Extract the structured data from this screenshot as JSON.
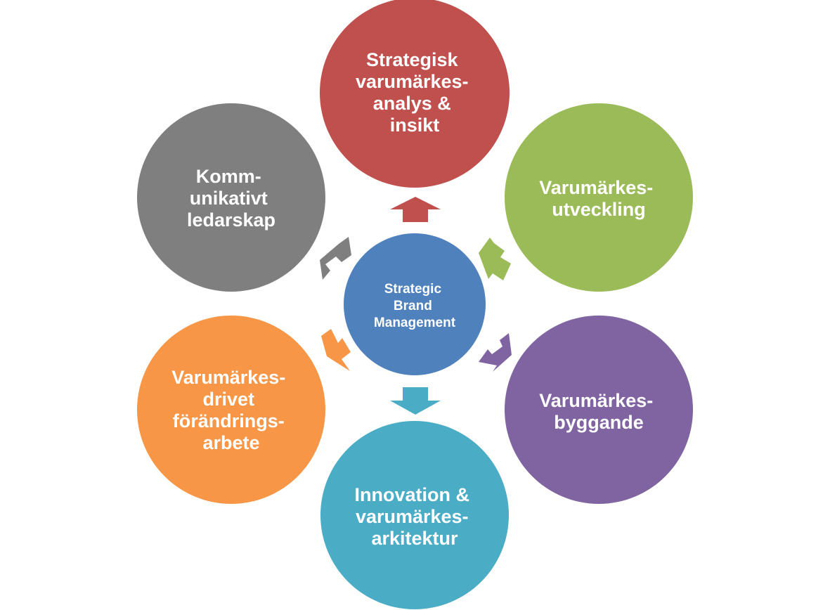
{
  "center": {
    "lines": [
      "Strategic",
      "Brand",
      "Management"
    ],
    "color": "#4f81bd"
  },
  "nodes": [
    {
      "id": "strategisk-analys",
      "lines": [
        "Strategisk",
        "varumärkes-",
        "analys &",
        "insikt"
      ],
      "color": "#c0504d"
    },
    {
      "id": "varumarkesutveckling",
      "lines": [
        "Varumärkes-",
        "utveckling"
      ],
      "color": "#9bbb59"
    },
    {
      "id": "varumarkesbyggande",
      "lines": [
        "Varumärkes-",
        "byggande"
      ],
      "color": "#8064a2"
    },
    {
      "id": "innovation-arkitektur",
      "lines": [
        "Innovation &",
        "varumärkes-",
        "arkitektur"
      ],
      "color": "#4bacc6"
    },
    {
      "id": "forandringsarbete",
      "lines": [
        "Varumärkes-",
        "drivet",
        "förändrings-",
        "arbete"
      ],
      "color": "#f79646"
    },
    {
      "id": "kommunikativt-ledarskap",
      "lines": [
        "Komm-",
        "unikativt",
        "ledarskap"
      ],
      "color": "#7f7f7f"
    }
  ]
}
